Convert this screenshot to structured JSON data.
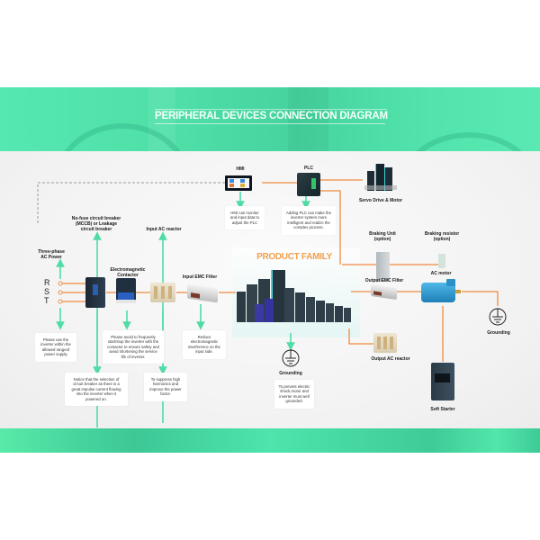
{
  "title": "PERIPHERAL DEVICES CONNECTION DIAGRAM",
  "product_family": "PRODUCT FAMILY",
  "colors": {
    "accent_green": "#4fe0a8",
    "wire_orange": "#f08a40",
    "arrow_green": "#4fdca6",
    "title_orange": "#f0a050"
  },
  "power": {
    "label": "Three-phase AC Power",
    "phases": [
      "R",
      "S",
      "T"
    ],
    "note": "Please use the inverter within the allowed rangeof power supply"
  },
  "components": {
    "breaker": {
      "label_lines": [
        "No-fuse circuit breaker",
        "(MCCB) or Leakage",
        "circuit breaker"
      ],
      "note": "Notice that the selection of circuit breaker as there is a great impulse current flowing into the inverter when it powered on."
    },
    "contactor": {
      "label_lines": [
        "Electromagnetic",
        "Contactor"
      ],
      "note": "Please avoid to frequently start/stop the inverter with the contactor to ensure safety and avoid shortening the service life of inverter."
    },
    "input_ac_reactor": {
      "label": "Input AC reactor",
      "note": "To suppress high harmonics and improve the power factor."
    },
    "input_emc_filter": {
      "label": "Input EMC Filter",
      "note": "Reduce electromagnetic interference on the input side."
    },
    "hmi": {
      "label": "HMI",
      "note": "HMI can monitor and input data to adjust the PLC"
    },
    "plc": {
      "label": "PLC",
      "note": "Adding PLC can make the inverter system more intelligent and realize the complex process."
    },
    "servo": {
      "label": "Servo Drive & Motor"
    },
    "braking_unit": {
      "label_lines": [
        "Braking Unit",
        "(option)"
      ]
    },
    "braking_resistor": {
      "label_lines": [
        "Braking resistor",
        "(option)"
      ]
    },
    "output_emc_filter": {
      "label": "Output EMC Filter"
    },
    "ac_motor": {
      "label": "AC motor"
    },
    "motor_grounding": {
      "label": "Grounding"
    },
    "output_ac_reactor": {
      "label": "Output AC reactor"
    },
    "soft_starter": {
      "label": "Soft Starter"
    },
    "grounding": {
      "label": "Grounding",
      "note": "To prevent electric shock,motor and inverter must well grounded."
    }
  }
}
